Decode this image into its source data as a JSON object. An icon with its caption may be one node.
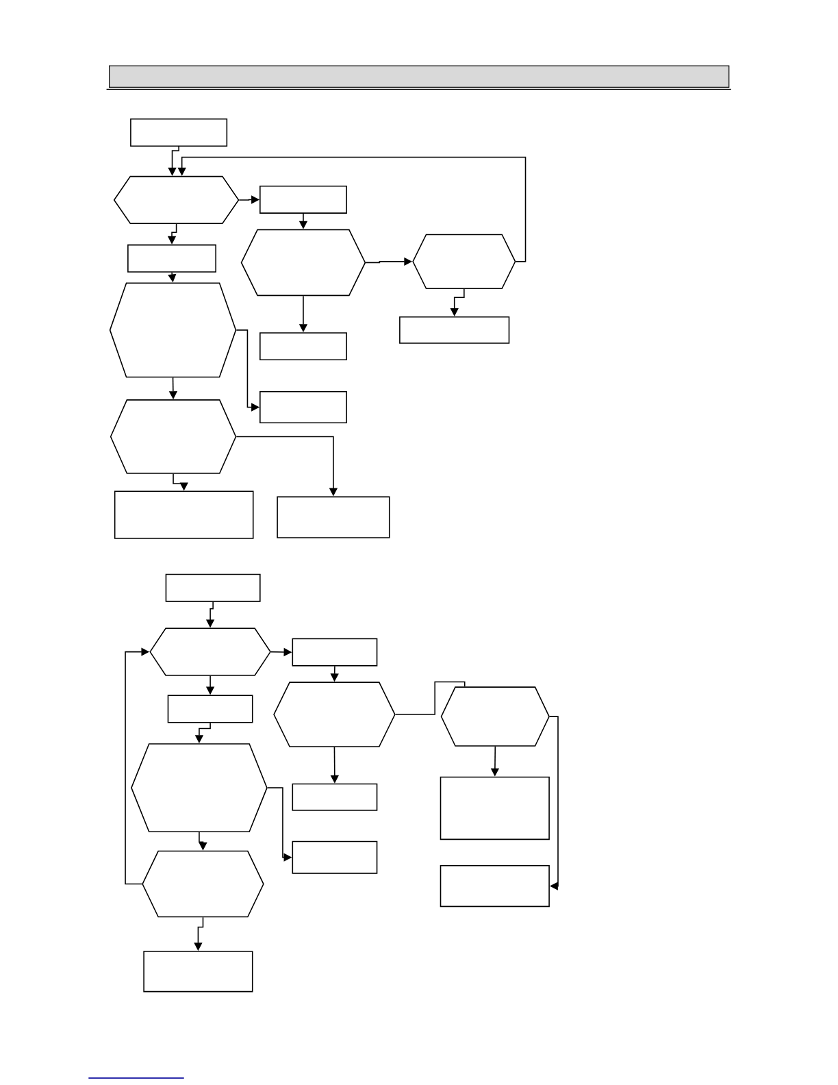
{
  "diagram": {
    "nodes": [
      {
        "text": [],
        "shape": "box"
      },
      {
        "text": [],
        "shape": "hexagon"
      },
      {
        "text": [],
        "shape": "box"
      },
      {
        "text": [],
        "shape": "hexagon"
      },
      {
        "text": [],
        "shape": "hexagon"
      },
      {
        "text": [],
        "shape": "box"
      },
      {
        "text": [],
        "shape": "hexagon"
      },
      {
        "text": [],
        "shape": "box"
      },
      {
        "text": [],
        "shape": "box"
      },
      {
        "text": [],
        "shape": "box"
      },
      {
        "text": [],
        "shape": "hexagon"
      },
      {
        "text": [],
        "shape": "box"
      },
      {
        "text": [],
        "shape": "box"
      },
      {
        "text": [],
        "shape": "box"
      },
      {
        "text": [],
        "shape": "hexagon"
      },
      {
        "text": [],
        "shape": "box"
      },
      {
        "text": [],
        "shape": "hexagon"
      },
      {
        "text": [],
        "shape": "hexagon"
      },
      {
        "text": [],
        "shape": "box"
      },
      {
        "text": [],
        "shape": "hexagon"
      },
      {
        "text": [],
        "shape": "box"
      },
      {
        "text": [],
        "shape": "box"
      },
      {
        "text": [],
        "shape": "box"
      },
      {
        "text": [],
        "shape": "hexagon"
      },
      {
        "text": [],
        "shape": "box"
      },
      {
        "text": [],
        "shape": "box"
      }
    ],
    "edges": [
      {
        "from": 0,
        "to": 1,
        "arrow": "to"
      },
      {
        "from": 1,
        "to": 2,
        "arrow": "to"
      },
      {
        "from": 1,
        "to": 5,
        "arrow": "to"
      },
      {
        "from": 2,
        "to": 3,
        "arrow": "to"
      },
      {
        "from": 3,
        "to": 4,
        "arrow": "to"
      },
      {
        "from": 3,
        "to": 8,
        "arrow": "to"
      },
      {
        "from": 4,
        "to": 7,
        "arrow": "to"
      },
      {
        "from": 4,
        "to": 1,
        "arrow": "to"
      },
      {
        "from": 5,
        "to": 6,
        "arrow": "to"
      },
      {
        "from": 6,
        "to": 9,
        "arrow": "to"
      },
      {
        "from": 6,
        "to": 10,
        "arrow": "to"
      },
      {
        "from": 10,
        "to": 11,
        "arrow": "to"
      },
      {
        "from": 10,
        "to": 12,
        "arrow": "to"
      },
      {
        "from": 13,
        "to": 14,
        "arrow": "to"
      },
      {
        "from": 14,
        "to": 15,
        "arrow": "to"
      },
      {
        "from": 14,
        "to": 18,
        "arrow": "to"
      },
      {
        "from": 15,
        "to": 16,
        "arrow": "to"
      },
      {
        "from": 16,
        "to": 17,
        "arrow": "none"
      },
      {
        "from": 16,
        "to": 20,
        "arrow": "to"
      },
      {
        "from": 17,
        "to": 21,
        "arrow": "to"
      },
      {
        "from": 17,
        "to": 24,
        "arrow": "to"
      },
      {
        "from": 18,
        "to": 19,
        "arrow": "to"
      },
      {
        "from": 19,
        "to": 22,
        "arrow": "to"
      },
      {
        "from": 19,
        "to": 23,
        "arrow": "to"
      },
      {
        "from": 23,
        "to": 14,
        "arrow": "to"
      },
      {
        "from": 23,
        "to": 25,
        "arrow": "to"
      }
    ]
  }
}
